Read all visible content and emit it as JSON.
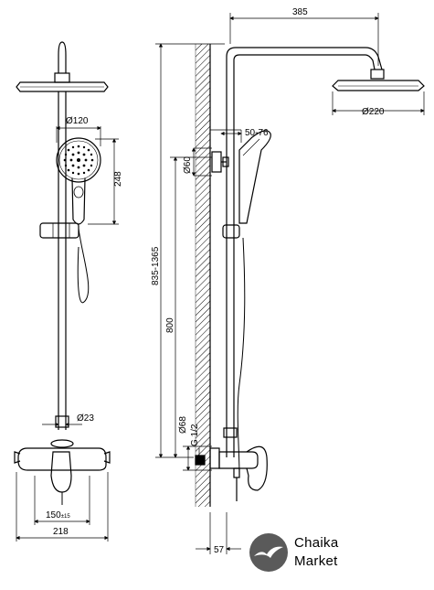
{
  "front_view": {
    "d_handshower": "Ø120",
    "h_handshower": "248",
    "d_pipe": "Ø23",
    "center_distance": "150",
    "center_tolerance": "±15",
    "width": "218"
  },
  "side_view": {
    "arm_length": "385",
    "d_headshower": "Ø220",
    "holder_range": "50-76",
    "d_holder": "Ø60",
    "height_range": "835-1365",
    "height": "800",
    "d_escutcheon": "Ø68",
    "thread": "G 1/2",
    "wall_offset": "57"
  },
  "logo": {
    "line1": "Chaika",
    "line2": "Market"
  },
  "colors": {
    "line": "#000000",
    "background": "#ffffff"
  }
}
